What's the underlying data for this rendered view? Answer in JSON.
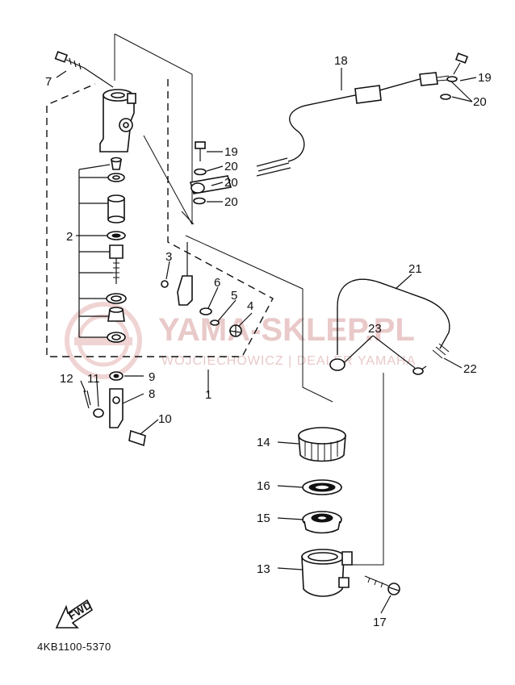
{
  "diagram_code": "4KB1100-5370",
  "fwd_label": "FWD",
  "watermark": {
    "main": "YAMA-SKLEP.PL",
    "sub": "WOJCIECHOWICZ | DEALER YAMAHA"
  },
  "callouts": {
    "p1": "1",
    "p2": "2",
    "p3": "3",
    "p4": "4",
    "p5": "5",
    "p6": "6",
    "p7": "7",
    "p8": "8",
    "p9": "9",
    "p10": "10",
    "p11": "11",
    "p12": "12",
    "p13": "13",
    "p14": "14",
    "p15": "15",
    "p16": "16",
    "p17": "17",
    "p18": "18",
    "p19a": "19",
    "p19b": "19",
    "p20a": "20",
    "p20b": "20",
    "p20c": "20",
    "p20d": "20",
    "p21": "21",
    "p22": "22",
    "p23": "23"
  },
  "colors": {
    "ink": "#111111",
    "watermark": "#e9c9c9",
    "background": "#ffffff"
  }
}
